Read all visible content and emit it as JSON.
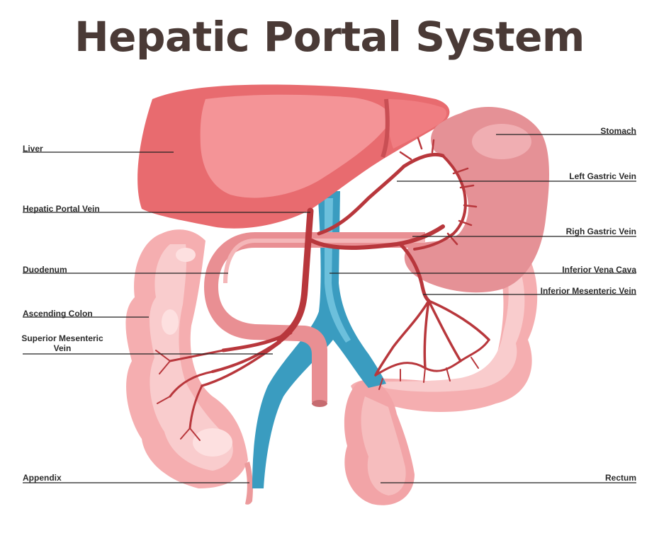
{
  "title": "Hepatic Portal System",
  "labels": {
    "liver": "Liver",
    "hepatic_portal_vein": "Hepatic Portal Vein",
    "duodenum": "Duodenum",
    "ascending_colon": "Ascending Colon",
    "superior_mesenteric_vein_line1": "Superior Mesenteric",
    "superior_mesenteric_vein_line2": "Vein",
    "appendix": "Appendix",
    "stomach": "Stomach",
    "left_gastric_vein": "Left Gastric  Vein",
    "right_gastric_vein": "Righ Gastric  Vein",
    "inferior_vena_cava": "Inferior Vena Cava",
    "inferior_mesenteric_vein": "Inferior Mesenteric  Vein",
    "rectum": "Rectum"
  },
  "colors": {
    "liver": "#e86b6f",
    "liver_highlight": "#f49497",
    "stomach": "#e59196",
    "colon": "#f5b3b4",
    "vein": "#b8373c",
    "vena_cava": "#3a9cc0",
    "duodenum": "#e98f93"
  }
}
